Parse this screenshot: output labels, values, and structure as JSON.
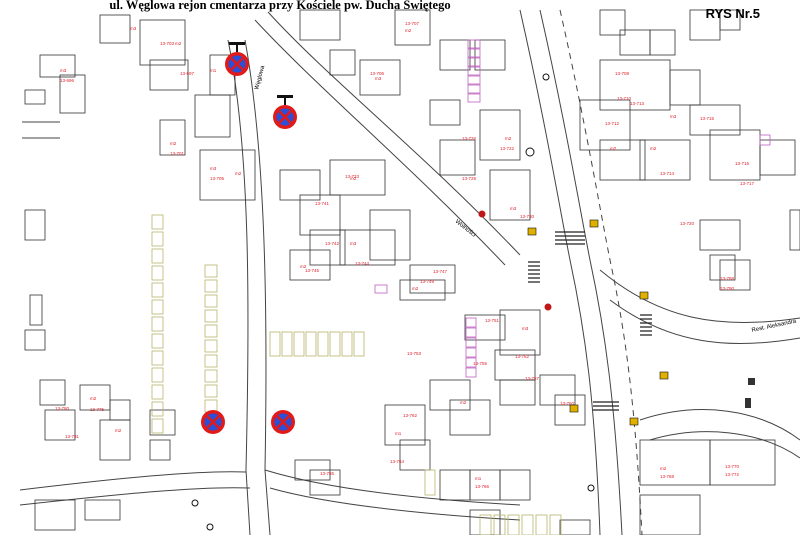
{
  "header": {
    "title": "ul. Węglowa rejon cmentarza przy Kościele pw. Ducha Świętego",
    "figure_label": "RYS Nr.5"
  },
  "streets": {
    "wegiel": "Węglowa",
    "side_street": "Wolności",
    "right_street": "Rest. Aleksandra"
  },
  "colors": {
    "building": "#333333",
    "parcel_label": "#e0202a",
    "parking": "#b8b46a",
    "garage": "#c060c0",
    "sign_red": "#e11a1a",
    "sign_blue": "#2a4fd8"
  },
  "parcels": [
    "m3",
    "13-696",
    "m2",
    "13-697",
    "m1",
    "m3",
    "13-703",
    "m2",
    "13-701",
    "m3",
    "13-705",
    "m2",
    "13-706",
    "m3",
    "13-707",
    "m2",
    "13-708",
    "13-710",
    "13-712",
    "m2",
    "13-713",
    "m2",
    "13-714",
    "m3",
    "13-715",
    "13-716",
    "13-717",
    "13-720",
    "m2",
    "13-722",
    "13-726",
    "13-728",
    "m3",
    "13-730",
    "13-733",
    "m2",
    "13-741",
    "13-742",
    "m3",
    "13-744",
    "m2",
    "13-745",
    "13-747",
    "13-749",
    "m2",
    "13-751",
    "m3",
    "13-752",
    "13-753",
    "13-755",
    "13-757",
    "13-760",
    "m2",
    "13-762",
    "m1",
    "13-764",
    "m1",
    "13-766",
    "m2",
    "13-768",
    "13-770",
    "13-772",
    "m2",
    "13-775",
    "13-780",
    "m2",
    "13-781",
    "13-786",
    "13-788",
    "13-790"
  ],
  "signs": [
    {
      "name": "no-stopping-sign"
    },
    {
      "name": "no-stopping-sign"
    },
    {
      "name": "no-stopping-sign"
    },
    {
      "name": "no-stopping-sign"
    }
  ]
}
